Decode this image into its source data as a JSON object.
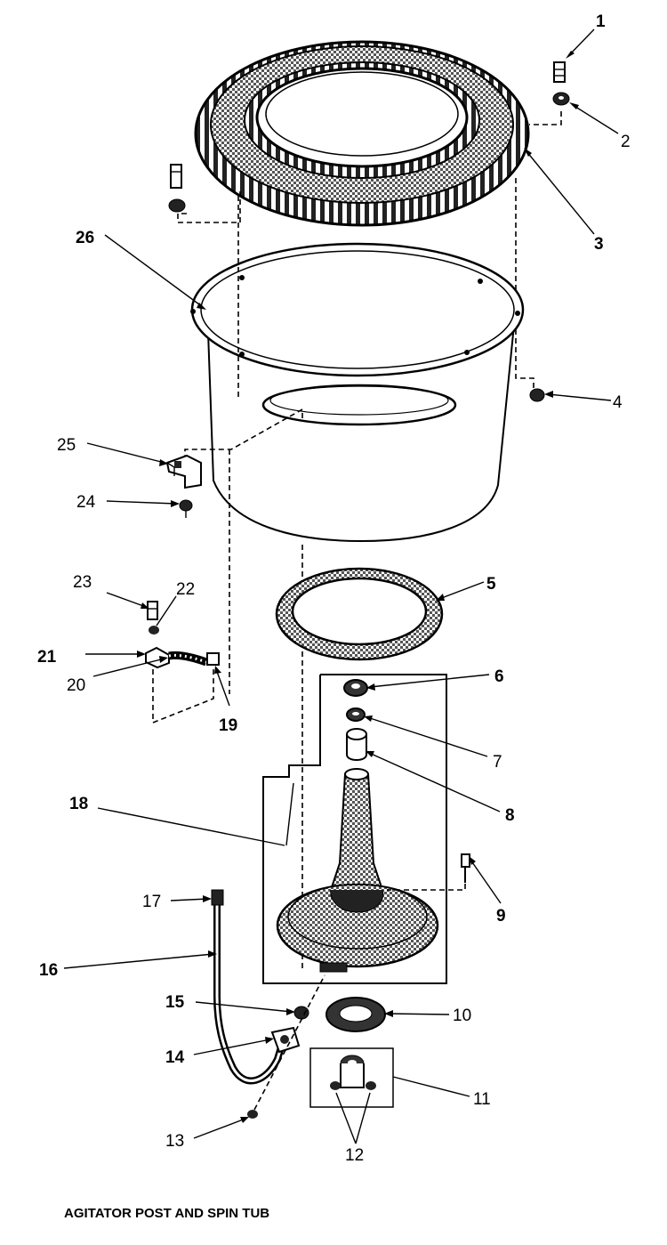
{
  "caption": "AGITATOR POST AND SPIN TUB",
  "callouts": [
    {
      "id": "1",
      "text": "1"
    },
    {
      "id": "2",
      "text": "2"
    },
    {
      "id": "3",
      "text": "3"
    },
    {
      "id": "4",
      "text": "4"
    },
    {
      "id": "5",
      "text": "5"
    },
    {
      "id": "6",
      "text": "6"
    },
    {
      "id": "7",
      "text": "7"
    },
    {
      "id": "8",
      "text": "8"
    },
    {
      "id": "9",
      "text": "9"
    },
    {
      "id": "10",
      "text": "10"
    },
    {
      "id": "11",
      "text": "11"
    },
    {
      "id": "12",
      "text": "12"
    },
    {
      "id": "13",
      "text": "13"
    },
    {
      "id": "14",
      "text": "14"
    },
    {
      "id": "15",
      "text": "15"
    },
    {
      "id": "16",
      "text": "16"
    },
    {
      "id": "17",
      "text": "17"
    },
    {
      "id": "18",
      "text": "18"
    },
    {
      "id": "19",
      "text": "19"
    },
    {
      "id": "20",
      "text": "20"
    },
    {
      "id": "21",
      "text": "21"
    },
    {
      "id": "22",
      "text": "22"
    },
    {
      "id": "23",
      "text": "23"
    },
    {
      "id": "24",
      "text": "24"
    },
    {
      "id": "25",
      "text": "25"
    },
    {
      "id": "26",
      "text": "26"
    }
  ]
}
